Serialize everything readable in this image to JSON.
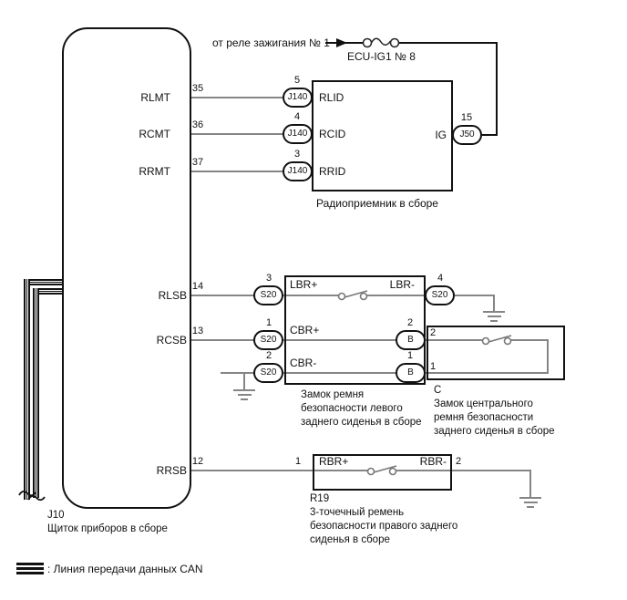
{
  "colors": {
    "ink": "#111111",
    "wire": "#858585"
  },
  "power": {
    "source_label": "от реле зажигания № 1",
    "fuse_label": "ECU-IG1 № 8"
  },
  "panel": {
    "id": "J10",
    "name": "Щиток приборов в сборе",
    "pins": {
      "rlmt": {
        "label": "RLMT",
        "num": "35"
      },
      "rcmt": {
        "label": "RCMT",
        "num": "36"
      },
      "rrmt": {
        "label": "RRMT",
        "num": "37"
      },
      "rlsb": {
        "label": "RLSB",
        "num": "14"
      },
      "rcsb": {
        "label": "RCSB",
        "num": "13"
      },
      "rrsb": {
        "label": "RRSB",
        "num": "12"
      }
    }
  },
  "radio": {
    "name": "Радиоприемник в сборе",
    "pins": {
      "rlid": {
        "num": "5",
        "conn": "J140",
        "label": "RLID"
      },
      "rcid": {
        "num": "4",
        "conn": "J140",
        "label": "RCID"
      },
      "rrid": {
        "num": "3",
        "conn": "J140",
        "label": "RRID"
      },
      "ig": {
        "num": "15",
        "conn": "J50",
        "label": "IG"
      }
    }
  },
  "left_buckle": {
    "name_lines": [
      "Замок ремня",
      "безопасности левого",
      "заднего сиденья в сборе"
    ],
    "pins": {
      "lbr_plus": {
        "num": "3",
        "conn": "S20",
        "label": "LBR+"
      },
      "lbr_minus": {
        "label": "LBR-",
        "num": "4",
        "conn": "S20"
      },
      "cbr_plus": {
        "num": "1",
        "conn": "S20",
        "label": "CBR+",
        "out_num": "2",
        "out_conn": "B"
      },
      "cbr_minus": {
        "num": "2",
        "conn": "S20",
        "label": "CBR-",
        "out_num": "1",
        "out_conn": "B"
      }
    }
  },
  "central_buckle": {
    "name_lines": [
      "C",
      "Замок центрального",
      "ремня безопасности",
      "заднего сиденья в сборе"
    ],
    "pin_top": "2",
    "pin_bottom": "1"
  },
  "r19": {
    "name_lines": [
      "R19",
      "3-точечный ремень",
      "безопасности правого заднего",
      "сиденья в сборе"
    ],
    "pins": {
      "rbr_plus": {
        "num": "1",
        "label": "RBR+"
      },
      "rbr_minus": {
        "label": "RBR-",
        "num": "2"
      }
    }
  },
  "legend": {
    "label": ": Линия передачи данных CAN"
  }
}
